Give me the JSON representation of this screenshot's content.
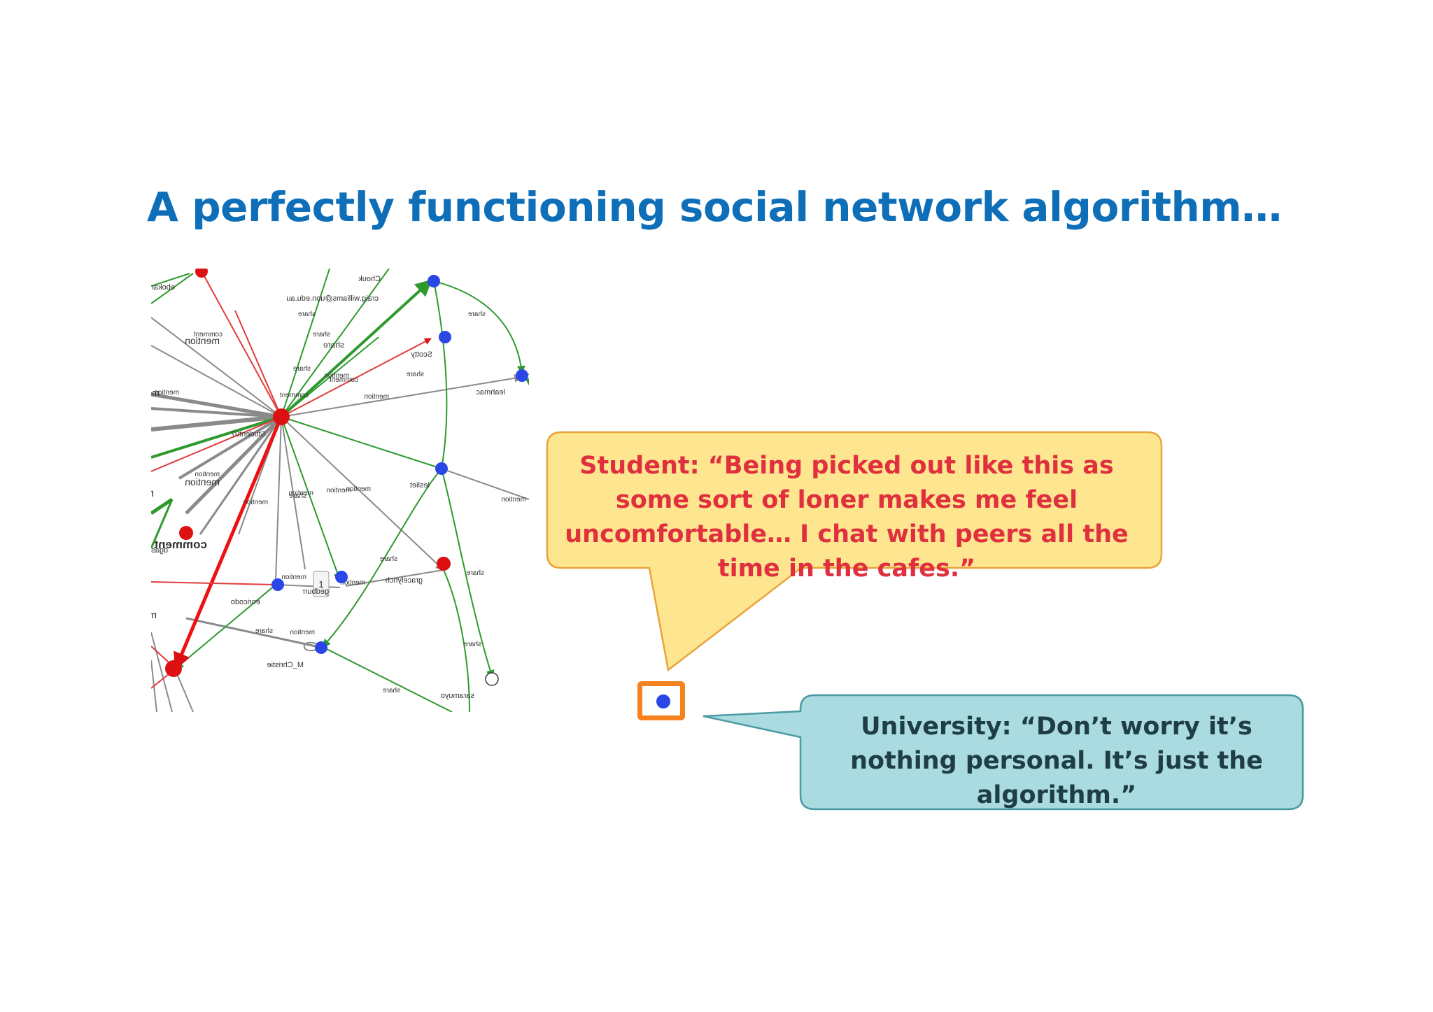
{
  "slide": {
    "title": "A perfectly functioning social network algorithm…"
  },
  "network": {
    "node_labels": [
      "ebokardoparde",
      "Chouk",
      "craig.williams@uon.edu.au",
      "Scotty",
      "maarder",
      "leahmac",
      "Student07",
      "lesliet",
      "gracelynch",
      "dgasevic",
      "enricodo",
      "gedburr",
      "M_Christie",
      "saramuyo"
    ],
    "edge_labels": [
      "share",
      "comment",
      "mention",
      "mention",
      "mention",
      "comment",
      "mention",
      "mention",
      "mention",
      "comment",
      "mention",
      "mention",
      "share",
      "mention",
      "mention",
      "share",
      "share",
      "share",
      "mention",
      "mention",
      "mention",
      "share",
      "share",
      "mention",
      "share",
      "comment",
      "mention",
      "share",
      "share",
      "comment",
      "mention",
      "share",
      "share",
      "mention",
      "comm",
      "share",
      "mention"
    ],
    "popup_value": "1",
    "colors": {
      "central_node": "#dd1111",
      "peripheral_node": "#2a46e6",
      "empty_node": "#ffffff",
      "edge_share": "#2e9a2e",
      "edge_comment": "#e23b3b",
      "edge_mention": "#8a8a8a"
    }
  },
  "student_bubble": {
    "text": "Student: “Being picked out like this as some sort of loner makes me feel uncomfortable… I chat with peers all the time in the cafes.”",
    "fill": "#fde68f",
    "stroke": "#e8a33c"
  },
  "university_bubble": {
    "text": "University: “Don’t worry it’s nothing personal. It’s just the algorithm.”",
    "fill": "#a9dbe0",
    "stroke": "#4a9aa3"
  },
  "isolated_node": {
    "highlight_color": "#f5821f",
    "node_color": "#2a46e6"
  }
}
